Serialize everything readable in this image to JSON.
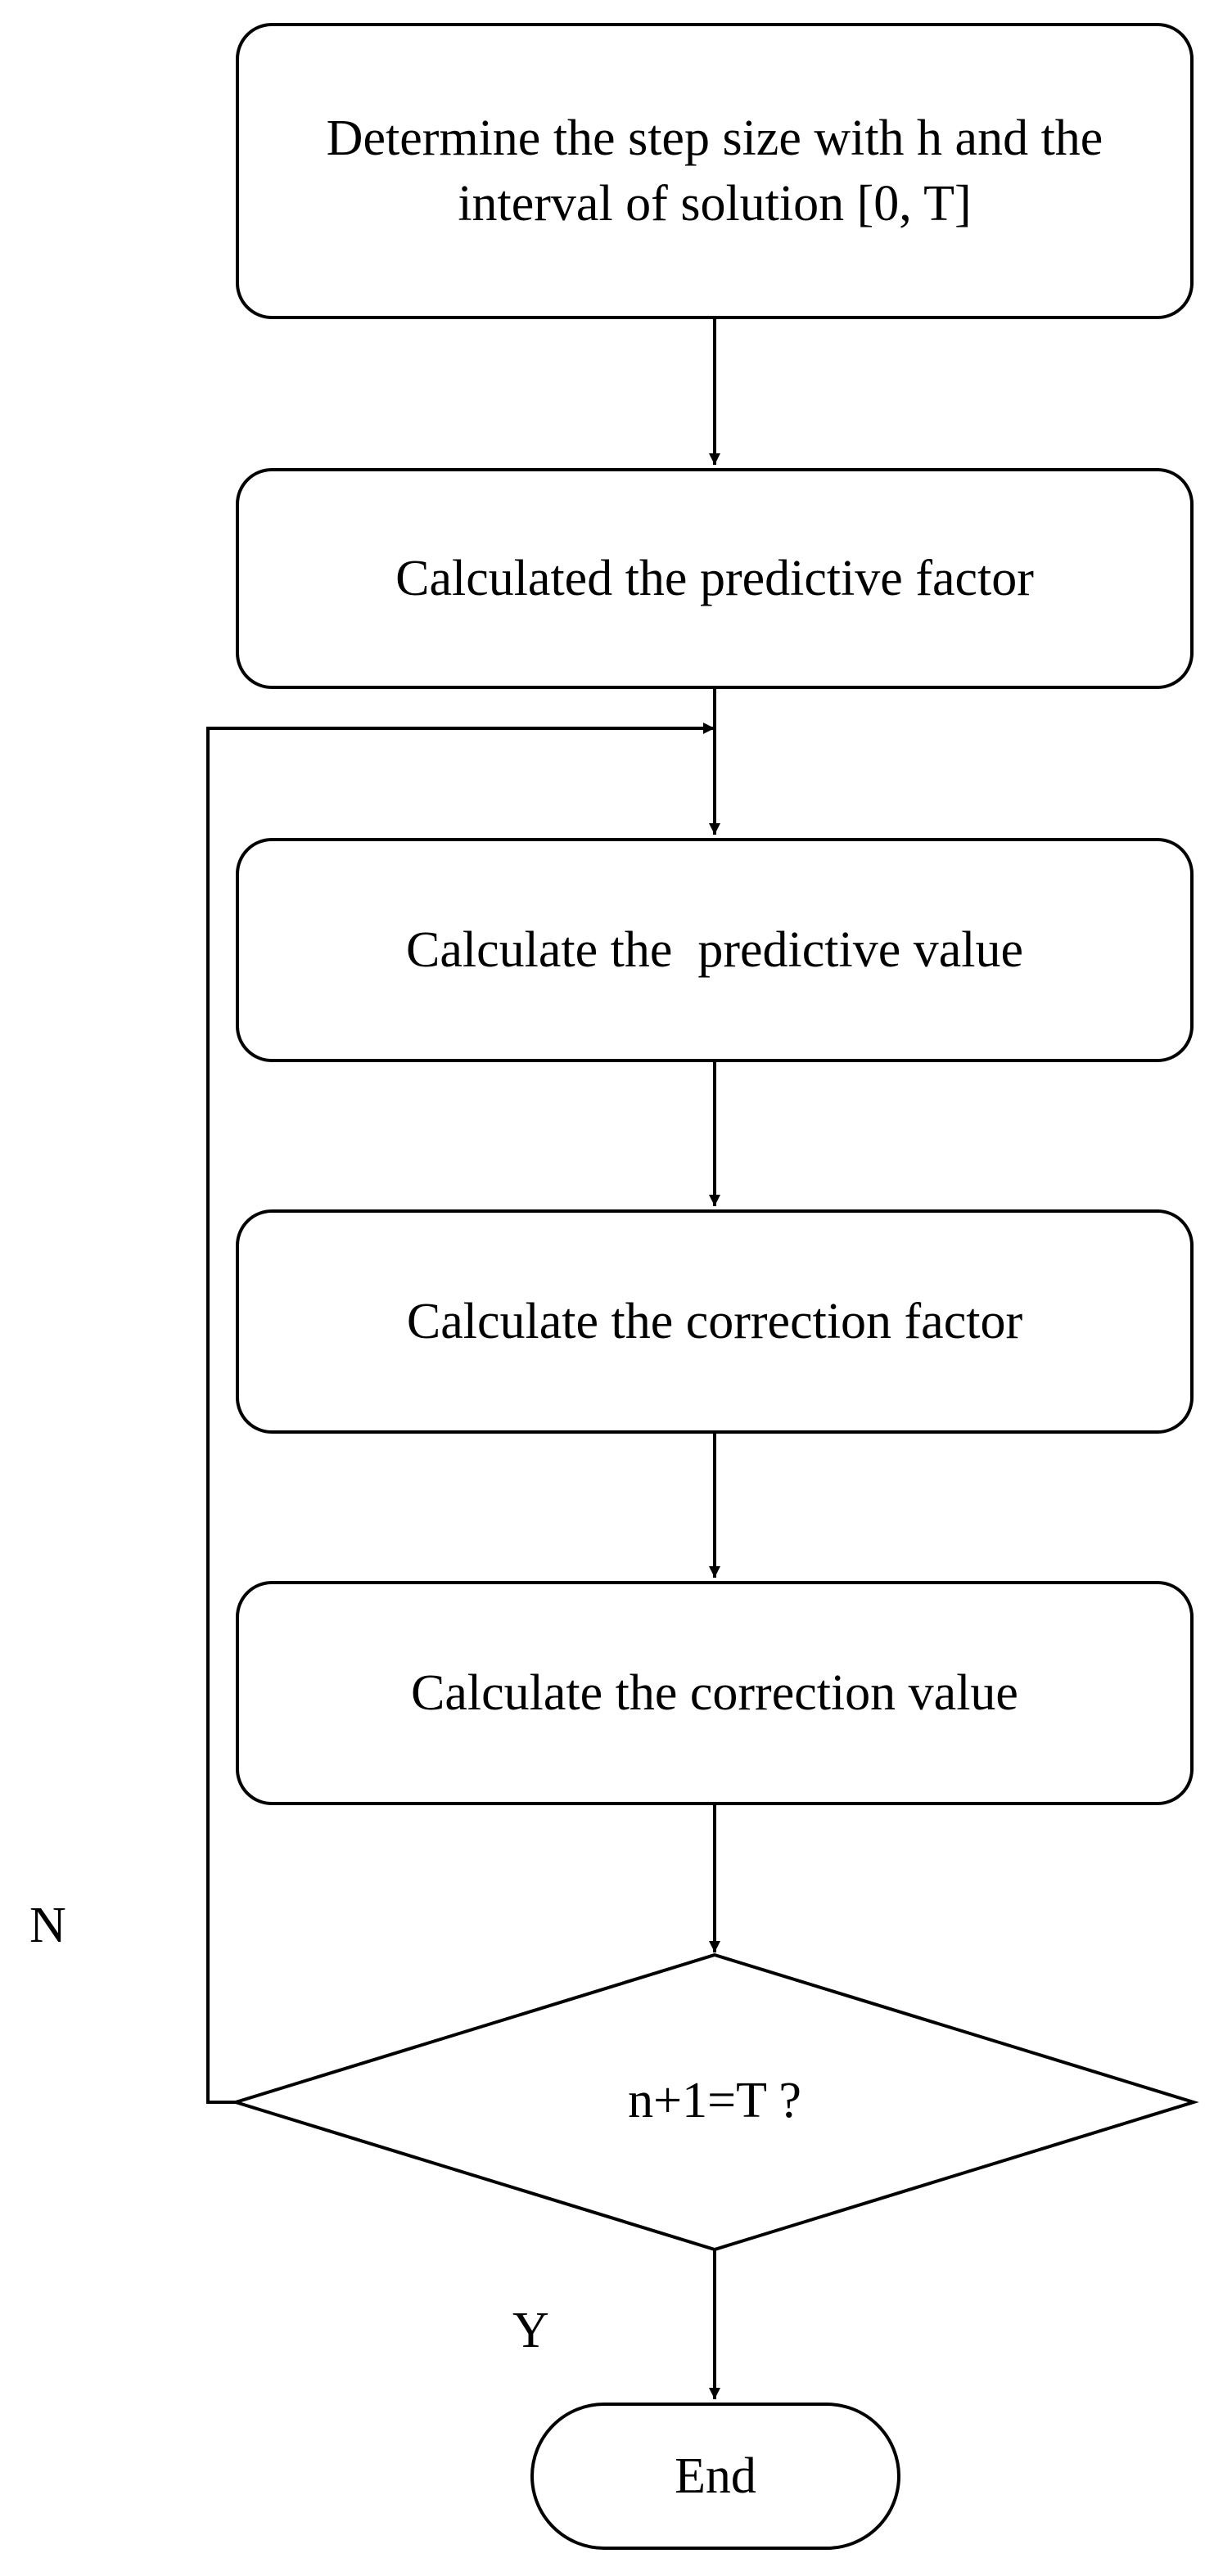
{
  "flowchart": {
    "steps": [
      {
        "label": "Determine the step size with h and the interval of solution [0, T]"
      },
      {
        "label": "Calculated the predictive factor"
      },
      {
        "label": "Calculate the  predictive value"
      },
      {
        "label": "Calculate the correction factor"
      },
      {
        "label": "Calculate the correction value"
      }
    ],
    "decision": {
      "label": "n+1=T ?"
    },
    "terminal": {
      "label": "End"
    },
    "branches": {
      "no": "N",
      "yes": "Y"
    }
  }
}
